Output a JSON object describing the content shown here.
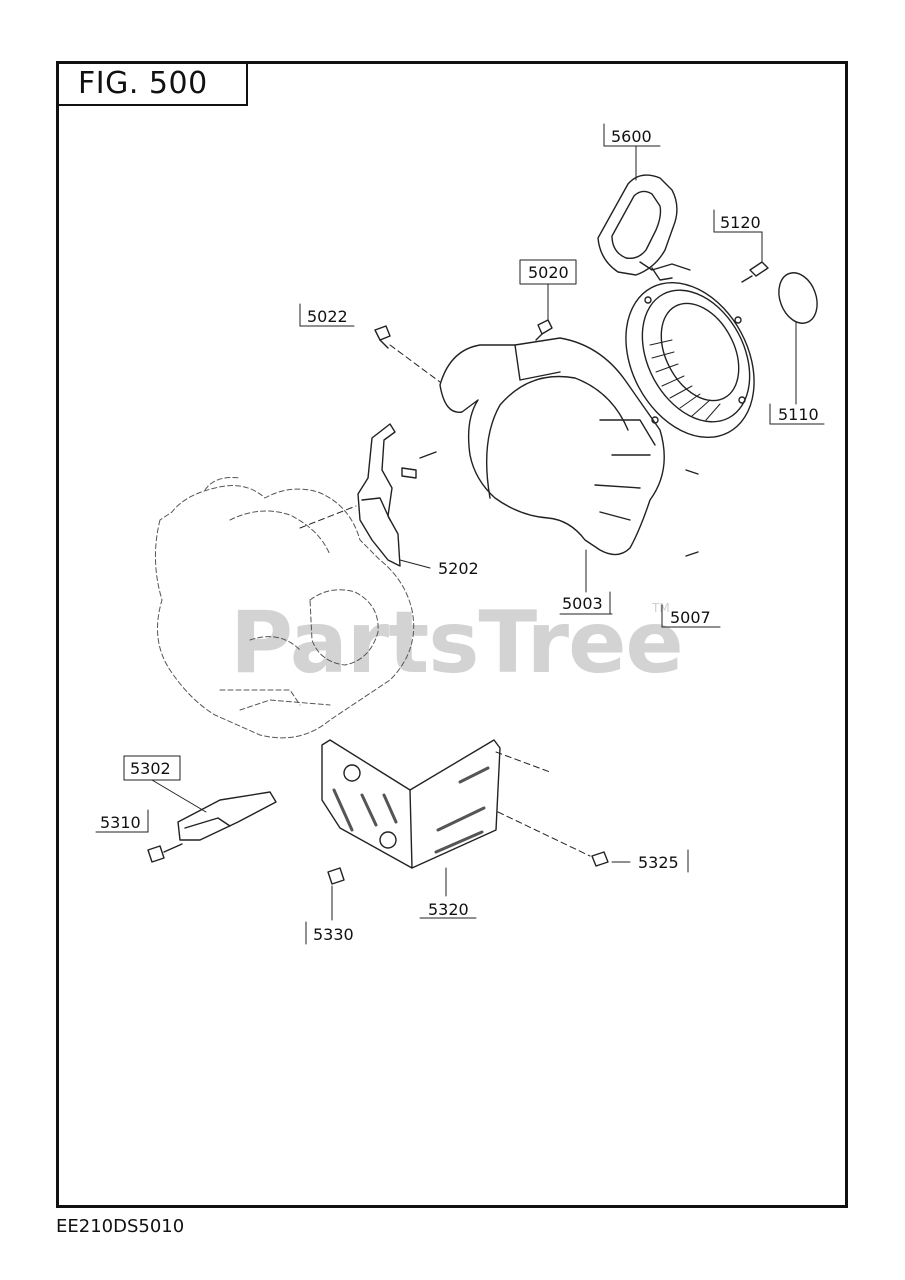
{
  "figure": {
    "title": "FIG. 500",
    "code": "EE210DS5010"
  },
  "watermark": {
    "text": "PartsTree",
    "tm": "TM"
  },
  "callouts": {
    "c5600": "5600",
    "c5120": "5120",
    "c5020": "5020",
    "c5022": "5022",
    "c5110": "5110",
    "c5202": "5202",
    "c5003": "5003",
    "c5007": "5007",
    "c5302": "5302",
    "c5310": "5310",
    "c5325": "5325",
    "c5320": "5320",
    "c5330": "5330"
  }
}
